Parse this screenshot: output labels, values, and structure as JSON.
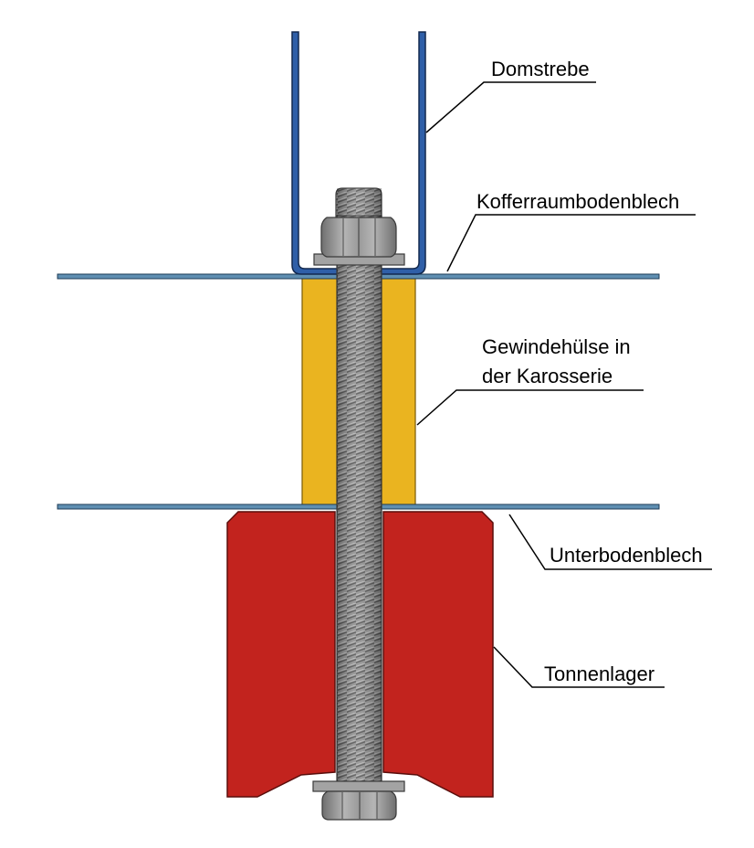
{
  "labels": {
    "domstrebe": "Domstrebe",
    "kofferraumbodenblech": "Kofferraumbodenblech",
    "gewindehuelse_line1": "Gewindehülse in",
    "gewindehuelse_line2": "der Karosserie",
    "unterbodenblech": "Unterbodenblech",
    "tonnenlager": "Tonnenlager"
  },
  "colors": {
    "domstrebe": "#2f5fa8",
    "sheet_metal": "#5f8fb2",
    "sleeve": "#eab420",
    "bushing": "#c2231e",
    "steel": "#8a8a8a"
  }
}
